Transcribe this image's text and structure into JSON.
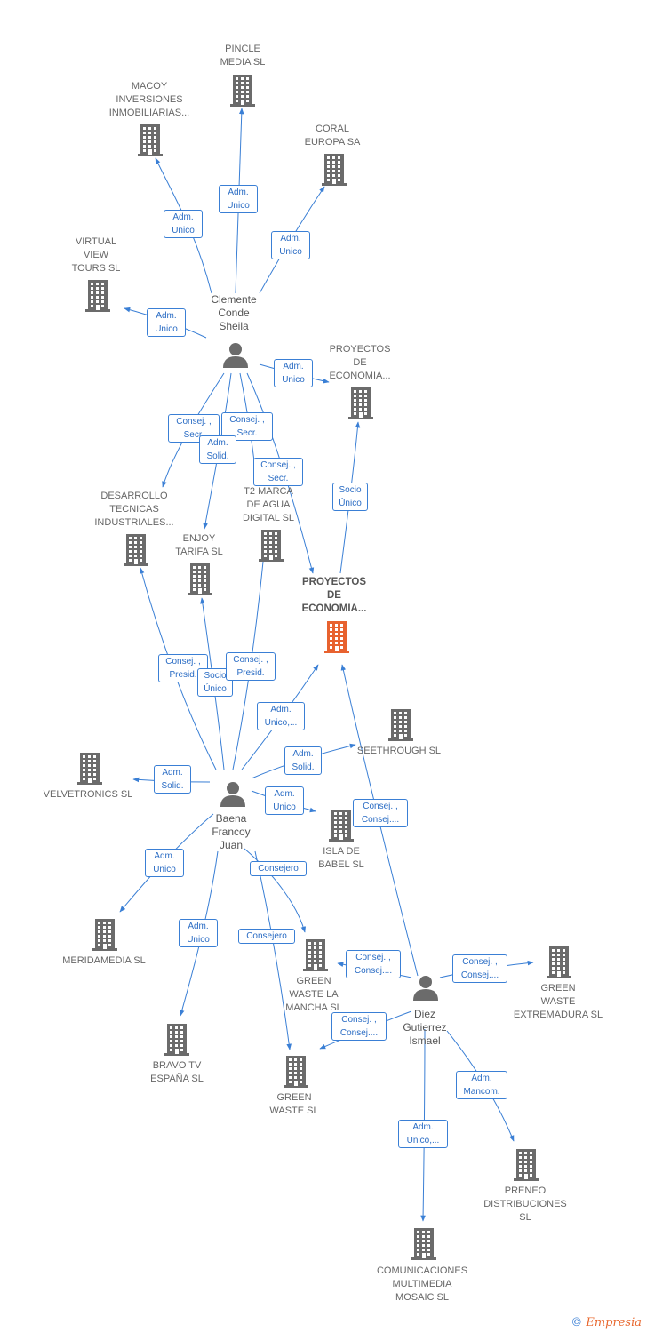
{
  "colors": {
    "edge": "#3a7fd5",
    "building": "#6b6b6b",
    "main_building": "#e8622f",
    "person": "#6b6b6b"
  },
  "people": {
    "clemente": {
      "name": "Clemente\nConde\nSheila"
    },
    "baena": {
      "name": "Baena\nFrancoy\nJuan"
    },
    "diez": {
      "name": "Diez\nGutierrez\nIsmael"
    }
  },
  "companies": {
    "pincle": "PINCLE\nMEDIA SL",
    "macoy": "MACOY\nINVERSIONES\nINMOBILIARIAS...",
    "coral": "CORAL\nEUROPA SA",
    "virtual": "VIRTUAL\nVIEW\nTOURS  SL",
    "proyectos_top": "PROYECTOS\nDE\nECONOMIA...",
    "desarrollo": "DESARROLLO\nTECNICAS\nINDUSTRIALES...",
    "t2": "T2 MARCA\nDE AGUA\nDIGITAL  SL",
    "enjoy": "ENJOY\nTARIFA  SL",
    "proyectos_main": "PROYECTOS\nDE\nECONOMIA...",
    "seethrough": "SEETHROUGH SL",
    "velvetronics": "VELVETRONICS SL",
    "isla": "ISLA DE\nBABEL SL",
    "meridamedia": "MERIDAMEDIA SL",
    "green_mancha": "GREEN\nWASTE LA\nMANCHA  SL",
    "green_extremadura": "GREEN\nWASTE\nEXTREMADURA SL",
    "bravo": "BRAVO TV\nESPAÑA SL",
    "green_waste": "GREEN\nWASTE SL",
    "preneo": "PRENEO\nDISTRIBUCIONES\nSL",
    "comunicaciones": "COMUNICACIONES\nMULTIMEDIA\nMOSAIC SL"
  },
  "edge_labels": {
    "c_pincle": "Adm.\nUnico",
    "c_macoy": "Adm.\nUnico",
    "c_coral": "Adm.\nUnico",
    "c_virtual": "Adm.\nUnico",
    "c_proyectos_top": "Adm.\nUnico",
    "c_desarrollo": "Consej. ,\nSecr.",
    "c_t2": "Consej. ,\nSecr.",
    "c_enjoy": "Adm.\nSolid.",
    "c_main": "Consej. ,\nSecr.",
    "proyectos_main_top": "Socio\nÚnico",
    "b_desarrollo": "Consej. ,\nPresid.",
    "b_enjoy": "Socio\nÚnico",
    "b_t2": "Consej. ,\nPresid.",
    "b_main": "Adm.\nUnico,...",
    "b_seethrough": "Adm.\nSolid.",
    "b_velvetronics": "Adm.\nSolid.",
    "b_isla": "Adm.\nUnico",
    "b_meridamedia": "Adm.\nUnico",
    "b_bravo": "Adm.\nUnico",
    "b_green_mancha": "Consejero",
    "b_green_waste": "Consejero",
    "d_main": "Consej. ,\nConsej....",
    "d_green_mancha": "Consej. ,\nConsej....",
    "d_green_waste": "Consej. ,\nConsej....",
    "d_extremadura": "Consej. ,\nConsej....",
    "d_preneo": "Adm.\nMancom.",
    "d_comunicaciones": "Adm.\nUnico,..."
  },
  "footer": {
    "copyright": "©",
    "brand": "Empresia"
  }
}
